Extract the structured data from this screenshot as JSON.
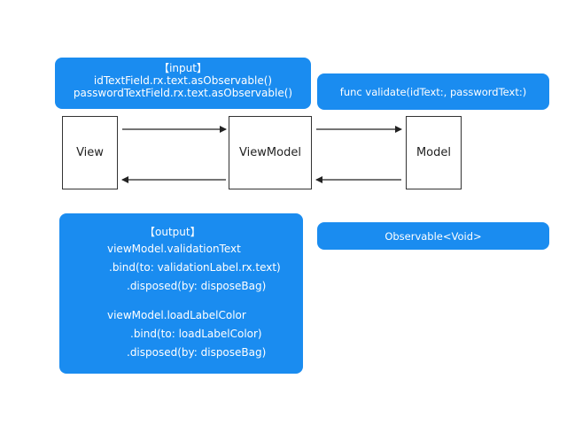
{
  "input": {
    "title": "【input】",
    "lines": [
      "idTextField.rx.text.asObservable()",
      "passwordTextField.rx.text.asObservable()"
    ]
  },
  "func": {
    "text": "func validate(idText:, passwordText:)"
  },
  "boxes": {
    "view": "View",
    "viewmodel": "ViewModel",
    "model": "Model"
  },
  "output": {
    "title": "【output】",
    "lines": [
      "viewModel.validationText",
      ".bind(to: validationLabel.rx.text)",
      ".disposed(by: disposeBag)",
      "viewModel.loadLabelColor",
      ".bind(to: loadLabelColor)",
      ".disposed(by: disposeBag)"
    ]
  },
  "observable": {
    "text": "Observable<Void>"
  },
  "colors": {
    "bubble": "#1a8cf0",
    "box_border": "#333333",
    "arrow": "#222222"
  }
}
